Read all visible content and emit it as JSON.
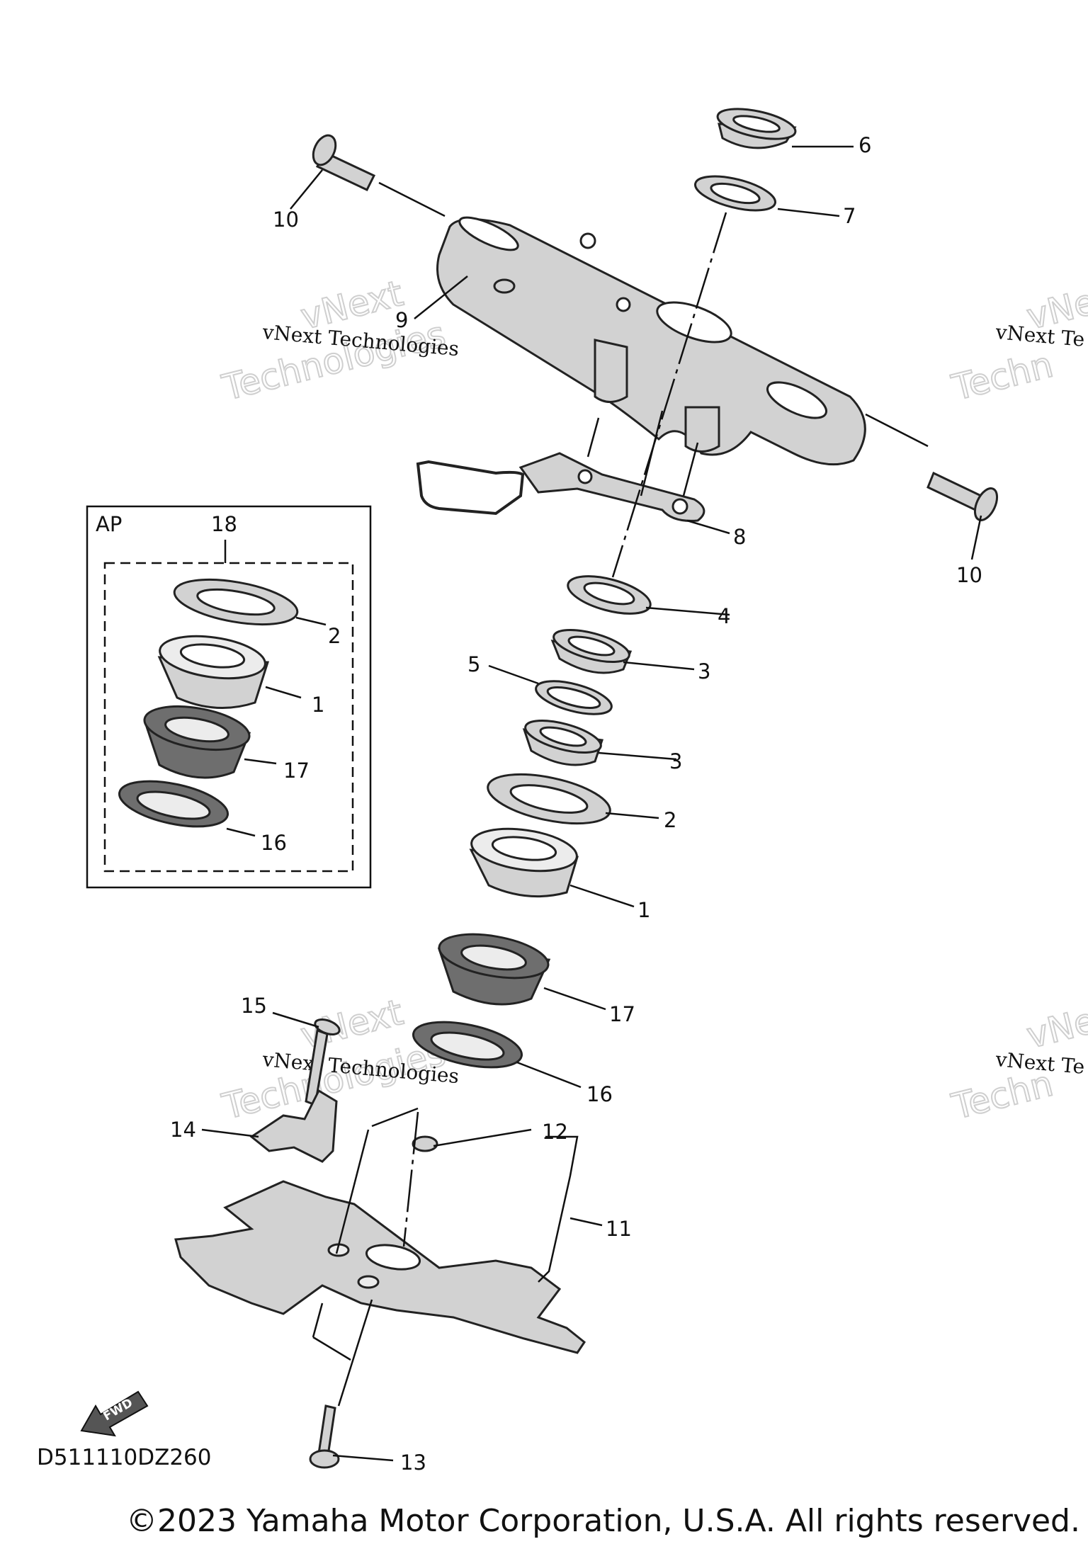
{
  "callouts": {
    "c1a": "1",
    "c1b": "1",
    "c2a": "2",
    "c2b": "2",
    "c3a": "3",
    "c3b": "3",
    "c4": "4",
    "c5": "5",
    "c6": "6",
    "c7": "7",
    "c8": "8",
    "c9": "9",
    "c10a": "10",
    "c10b": "10",
    "c11": "11",
    "c12": "12",
    "c13": "13",
    "c14": "14",
    "c15": "15",
    "c16a": "16",
    "c16b": "16",
    "c17a": "17",
    "c17b": "17",
    "c18": "18"
  },
  "inset_box_label": "AP",
  "watermarks": {
    "brand_line": "vNext Technologies",
    "brand_word1": "vNext",
    "brand_word2": "Technologies",
    "brand_line_cut": "vNext Te",
    "brand_word1_cut": "vNe",
    "brand_word2_cut": "Techn"
  },
  "fwd_arrow_label": "FWD",
  "diagram_code": "D511110DZ260",
  "copyright": "©2023 Yamaha Motor Corporation, U.S.A. All rights reserved."
}
